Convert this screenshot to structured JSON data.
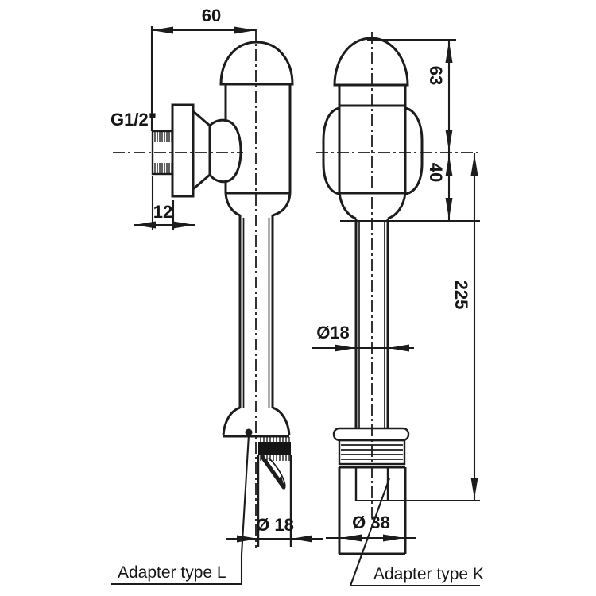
{
  "drawing": {
    "background": "#ffffff",
    "stroke_color": "#1c1c1c",
    "dims": {
      "width_60": "60",
      "inlet_thread": "G1/2\"",
      "plate_12": "12",
      "head_63": "63",
      "body_40": "40",
      "length_225": "225",
      "tube_dia": "Ø18",
      "adapter_l_dia": "Ø 18",
      "adapter_k_dia": "Ø 38"
    },
    "labels": {
      "adapter_l": "Adapter type L",
      "adapter_k": "Adapter type K"
    }
  }
}
